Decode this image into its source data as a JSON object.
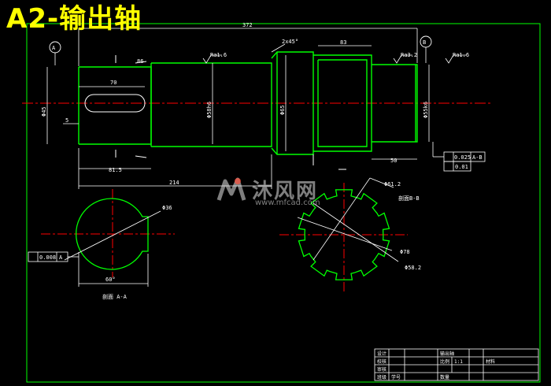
{
  "title": "A2-输出轴",
  "watermark": {
    "text": "沐风网",
    "url": "www.mfcad.com"
  },
  "dimensions": {
    "overall_length": "372",
    "keyway_length": "70",
    "keyway_offset": "5",
    "left_offset": "86",
    "key_pos_a": "81.5",
    "shoulder_pos": "214",
    "right_seg": "50",
    "chamfer": "2x45°",
    "bearing_len": "83",
    "right_dia": "Φ55k6",
    "mid_dia": "Φ58h6",
    "left_dia": "Φ45",
    "bore_dia": "Φ65"
  },
  "roughness": {
    "r1": "Ra1.6",
    "r2": "Ra3.2",
    "r3": "Ra1.6"
  },
  "datums": {
    "a": "A",
    "b": "B"
  },
  "tolerance": {
    "t1_val": "0.025",
    "t1_ref": "A-B",
    "t2_val": "0.01",
    "left_val": "0.008",
    "left_ref": "A"
  },
  "sections": {
    "aa_label": "剖面 A-A",
    "bb_label": "剖面B-B",
    "aa_dim": "Φ36",
    "aa_angle": "60°",
    "bb_d1": "Φ61.2",
    "bb_d2": "Φ78",
    "bb_d3": "Φ58.2"
  },
  "title_block": {
    "r1c1": "设计",
    "r1c3": "输出轴",
    "r2c1": "校核",
    "r2c3": "比例",
    "r2c4": "1:1",
    "r3c1": "审核",
    "r4c1": "班级",
    "r4c2": "学号",
    "r4c3": "数量",
    "r4c4": "材料"
  },
  "colors": {
    "outline": "#00ff00",
    "centerline": "#ff0000",
    "dim": "#ffffff",
    "title": "#ffff00",
    "frame": "#00ff00"
  }
}
